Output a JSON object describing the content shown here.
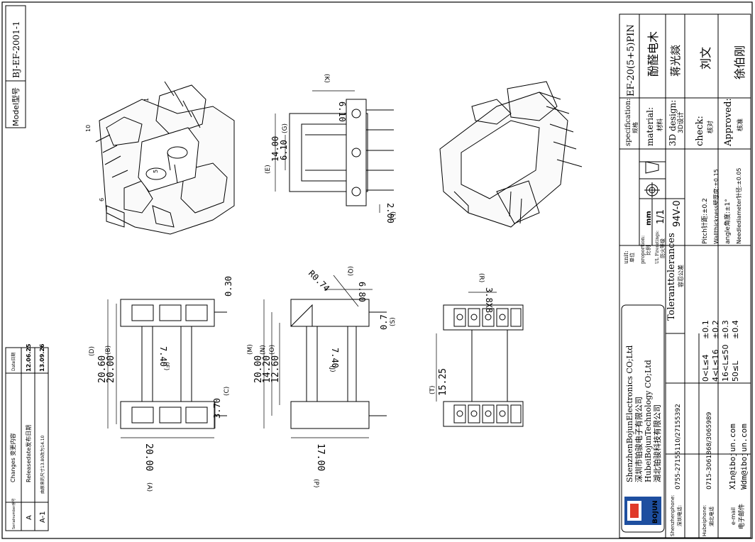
{
  "model_label": "Model型号",
  "model_value": "BJ-EF-2001-1",
  "changes": {
    "header_serial": "Serialnumber序号",
    "header_changes": "Changes 变更内容",
    "header_date": "Date日期",
    "rows": [
      {
        "serial": "A",
        "change": "Releasedate发布日期",
        "date": "12.06.25"
      },
      {
        "serial": "A-1",
        "change": "由原来的尺寸13.80改为14.10",
        "date": "13.09.26"
      }
    ]
  },
  "pins": {
    "p1": "1",
    "p5": "5",
    "p6": "6",
    "p10": "10"
  },
  "dims": {
    "k_val": "6.10",
    "k_lab": "(K)",
    "e_val": "14.00",
    "e_lab": "(E)",
    "g_val": "6.10",
    "g_lab": "(G)",
    "l_val": "2.00",
    "l_lab": "(L)",
    "d_val": "20.60",
    "d_lab": "(D)",
    "b_val": "20.00",
    "b_lab": "(B)",
    "f_val": "7.40",
    "f_lab": "(F)",
    "c_val": "3.70",
    "c_lab": "(C)",
    "a_val": "20.00",
    "a_lab": "(A)",
    "t030": "0.30",
    "r074": "R0.74",
    "q_val": "6.80",
    "q_lab": "(Q)",
    "s_val": "0.7",
    "s_lab": "(S)",
    "m_val": "20.00",
    "m_lab": "(M)",
    "n_val": "14.20",
    "n_lab": "(N)",
    "o_val": "12.60",
    "o_lab": "(O)",
    "j_val": "7.40",
    "j_lab": "(J)",
    "p_val": "17.00",
    "p_lab": "(P)",
    "r_val": "3.8X8",
    "r_lab": "(R)",
    "tt_val": "15.25",
    "tt_lab": "(T)"
  },
  "title_block": {
    "spec_label": "specification:",
    "spec_cn": "规格",
    "spec_value": "EF-20(5+5)PIN",
    "material_label": "material:",
    "material_cn": "材料",
    "material_value": "酚醛电木",
    "design_label": "3D design:",
    "design_cn": "3D设计",
    "design_value": "蒋光燚",
    "check_label": "check:",
    "check_cn": "核对",
    "check_value": "刘文",
    "approved_label": "Approved:",
    "approved_cn": "核准",
    "approved_value": "徐伯刚",
    "unit_label": "unit:",
    "unit_cn": "单位",
    "unit_value": "mm",
    "proportion_label": "proportion:",
    "proportion_cn": "比例",
    "proportion_value": "1/1",
    "fire_label": "UL Fireratings:",
    "fire_cn": "防火等级",
    "fire_value": "94V-0",
    "tol_title": "Toleranttolerances",
    "tol_cn": "容忍公差",
    "tol_rows": [
      {
        "range": "0<L≤4",
        "val": "±0.1"
      },
      {
        "range": "4<L≤16",
        "val": "±0.2"
      },
      {
        "range": "16<L≤50",
        "val": "±0.3"
      },
      {
        "range": "50≤L",
        "val": "±0.4"
      }
    ],
    "tol_pitch": "Pitch针距:±0.2",
    "tol_wall": "Wallthickness壁厚度:±0.15",
    "tol_angle": "angle角度:±1°",
    "tol_needle": "Needlediameter针径:±0.05",
    "company_lines": [
      "ShenzhenBojunElectronics CO;Ltd",
      "深圳市铂骏电子有限公司",
      "HubeiBojunTechnology CO;Ltd",
      "湖北铂骏科技有限公司"
    ],
    "logo_text": "BOJUN",
    "sz_phone_label": "Shenzhenphone:",
    "sz_phone_cn": "深圳电话:",
    "sz_phone_value": "0755-27155110/27155392",
    "hb_phone_label": "Hubeiphone:",
    "hb_phone_cn": "湖北电话",
    "hb_phone_value": "0715-3061868/3065989",
    "email_label": "e-mail",
    "email_cn": "电子邮件",
    "email_1": "X1n@ibojun.com",
    "email_2": "Wdm@ibojun.com"
  }
}
